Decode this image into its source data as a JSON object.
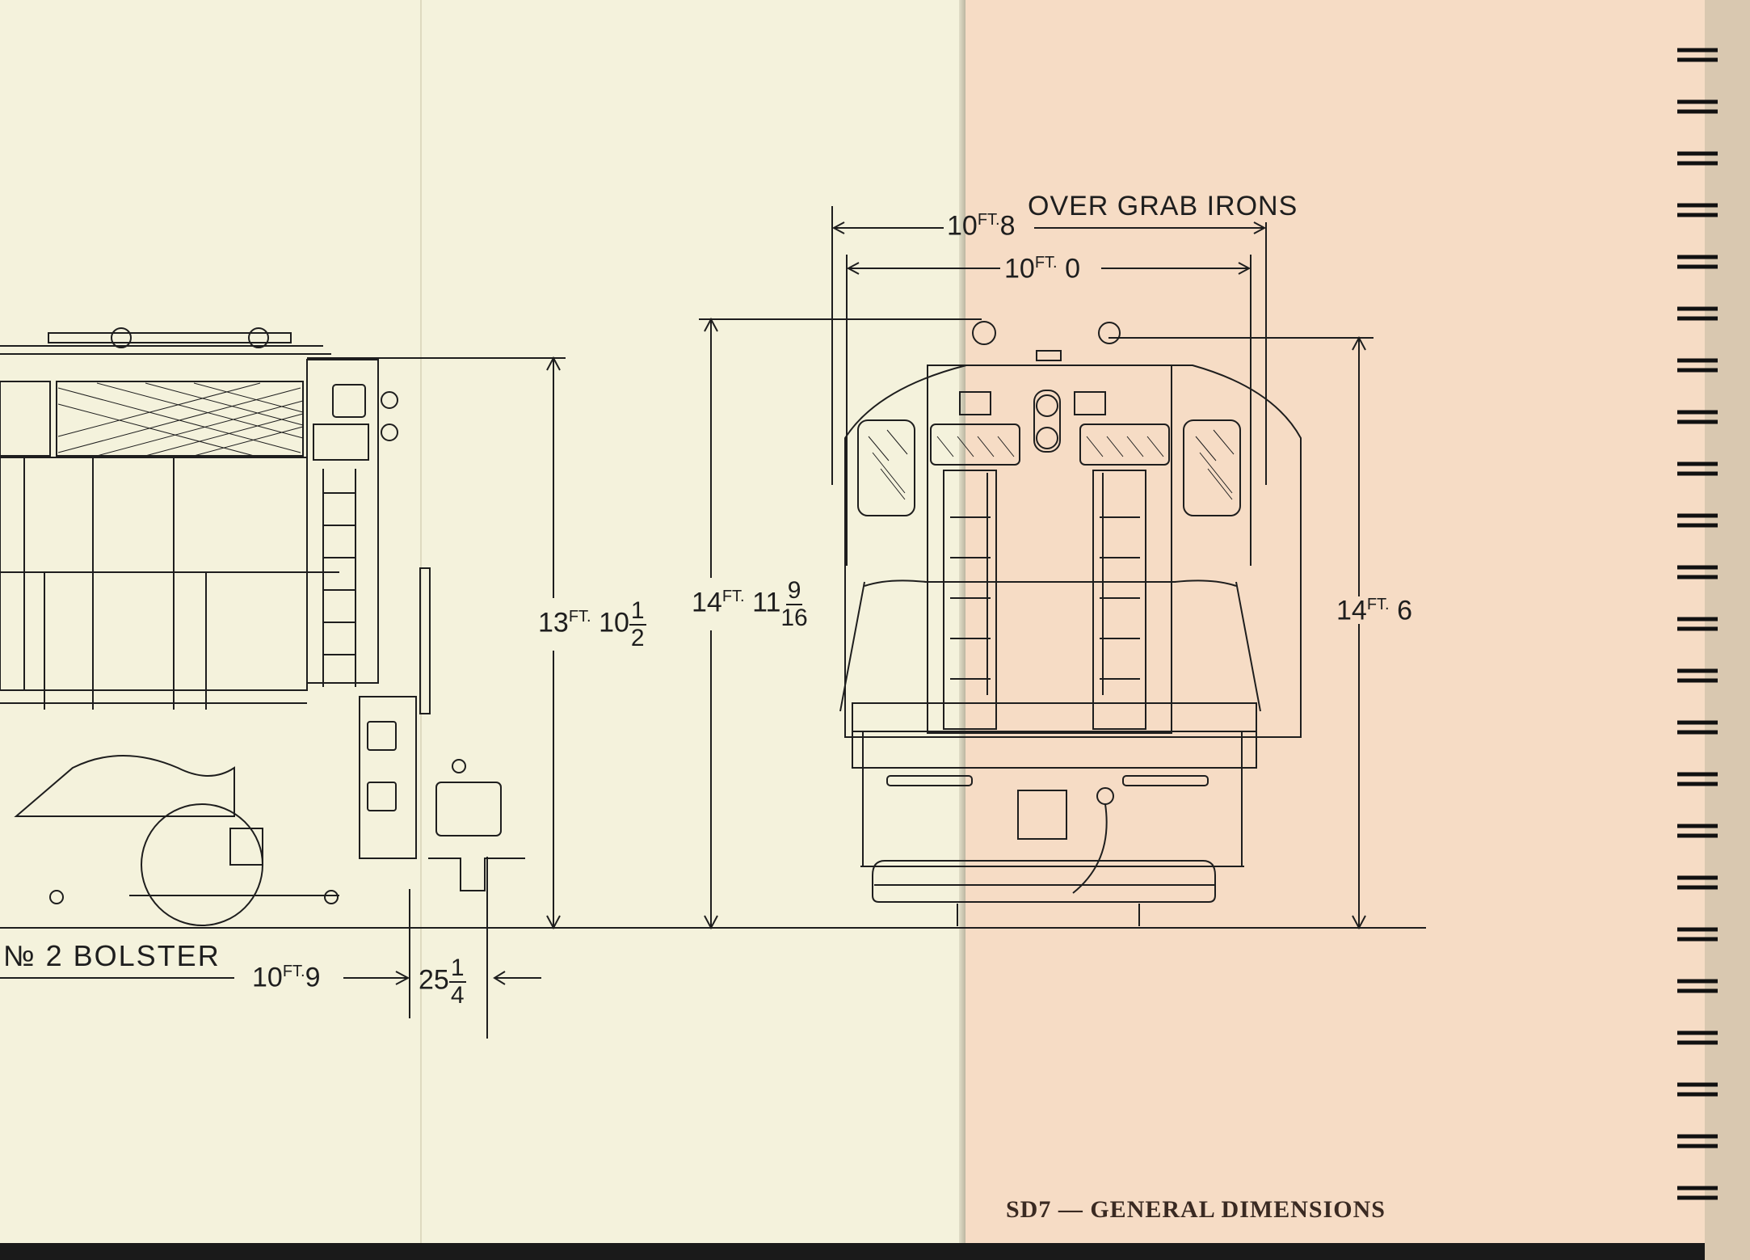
{
  "document": {
    "caption": "SD7 — GENERAL DIMENSIONS"
  },
  "dimensions": {
    "over_grab_irons_label": "OVER GRAB IRONS",
    "width_over_grab_irons": {
      "ft": "10",
      "unit": "FT.",
      "in": "8"
    },
    "width_body": {
      "ft": "10",
      "unit": "FT.",
      "in": "0"
    },
    "height_side": {
      "ft": "13",
      "unit": "FT.",
      "whole": "10",
      "num": "1",
      "den": "2"
    },
    "height_cab": {
      "ft": "14",
      "unit": "FT.",
      "whole": "11",
      "num": "9",
      "den": "16"
    },
    "height_front": {
      "ft": "14",
      "unit": "FT.",
      "in": "6"
    },
    "bolster_label": "№ 2 BOLSTER",
    "bolster_length": {
      "ft": "10",
      "unit": "FT.",
      "in": "9"
    },
    "end_overhang": {
      "whole": "25",
      "num": "1",
      "den": "4"
    }
  },
  "colors": {
    "left_page": "#f4f2dc",
    "right_page": "#f6dcc5",
    "ink": "#1e1e1e",
    "caption_ink": "#3a2a22"
  }
}
